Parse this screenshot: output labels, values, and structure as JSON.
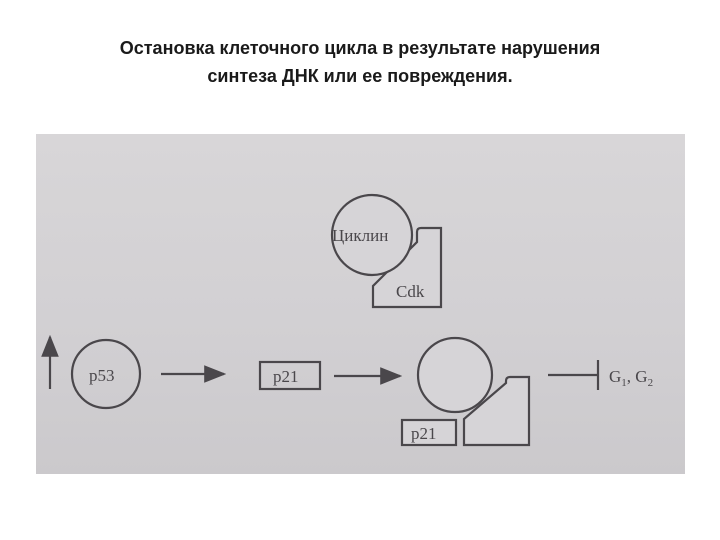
{
  "title": {
    "line1": "Остановка клеточного цикла в результате нарушения",
    "line2": "синтеза ДНК или ее повреждения."
  },
  "diagram": {
    "cyclin_label": "Циклин",
    "cdk_label": "Cdk",
    "p53_label": "p53",
    "p21_label": "p21",
    "p21_bound_label": "p21",
    "phase_label_g1": "G",
    "phase_sub_1": "1",
    "phase_sep": ", G",
    "phase_sub_2": "2"
  },
  "colors": {
    "background": "#ffffff",
    "photo_background": "#d4d2d5",
    "ink": "#4a474b"
  }
}
